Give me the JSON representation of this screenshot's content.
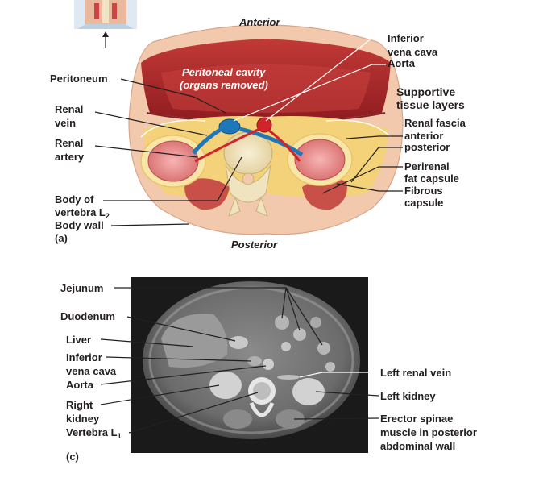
{
  "panel_a": {
    "panel_label": "(a)",
    "orientation": {
      "top": "Anterior",
      "bottom": "Posterior"
    },
    "cavity_label": [
      "Peritoneal cavity",
      "(organs removed)"
    ],
    "left_labels": {
      "peritoneum": "Peritoneum",
      "renal_vein": [
        "Renal",
        "vein"
      ],
      "renal_artery": [
        "Renal",
        "artery"
      ],
      "vertebra": {
        "line1": "Body of",
        "line2": "vertebra L",
        "subscript": "2"
      },
      "body_wall": "Body wall"
    },
    "right_labels": {
      "ivc": [
        "Inferior",
        "vena cava"
      ],
      "aorta": "Aorta",
      "supportive_heading": [
        "Supportive",
        "tissue layers"
      ],
      "renal_fascia": [
        "Renal fascia",
        "anterior",
        "posterior"
      ],
      "perirenal": [
        "Perirenal",
        "fat capsule"
      ],
      "fibrous": [
        "Fibrous",
        "capsule"
      ]
    }
  },
  "panel_c": {
    "panel_label": "(c)",
    "left_labels": {
      "jejunum": "Jejunum",
      "duodenum": "Duodenum",
      "liver": "Liver",
      "ivc": [
        "Inferior",
        "vena cava"
      ],
      "aorta": "Aorta",
      "right_kidney": [
        "Right",
        "kidney"
      ],
      "vertebra": {
        "text": "Vertebra L",
        "subscript": "1"
      }
    },
    "right_labels": {
      "left_renal_vein": "Left renal vein",
      "left_kidney": "Left kidney",
      "erector": [
        "Erector spinae",
        "muscle in posterior",
        "abdominal wall"
      ]
    }
  },
  "colors": {
    "skin": "#f2c9ad",
    "muscle": "#b52a2e",
    "fat": "#f4d27a",
    "kidney": "#e98a89",
    "vein": "#1e77b8",
    "artery": "#d1232a",
    "bone": "#efe3c0",
    "ct_background": "#1a1a1a"
  }
}
